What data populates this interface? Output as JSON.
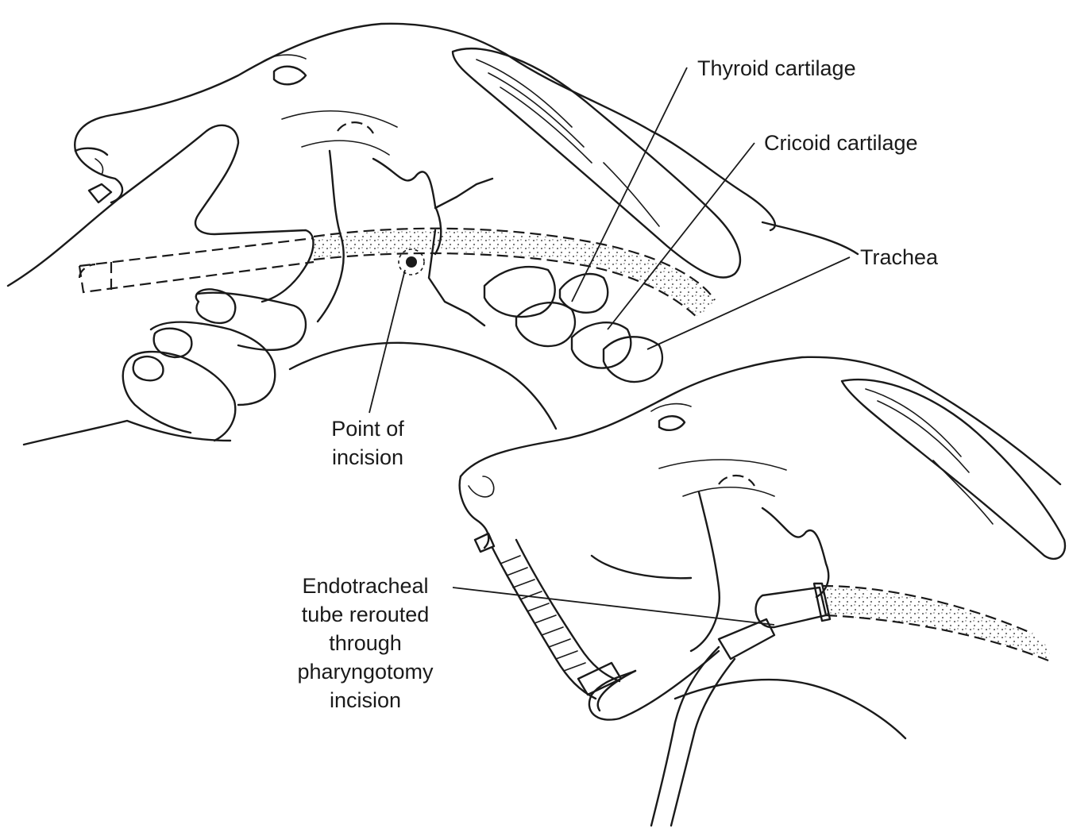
{
  "labels": {
    "thyroid": "Thyroid cartilage",
    "cricoid": "Cricoid cartilage",
    "trachea": "Trachea",
    "incision_line1": "Point of",
    "incision_line2": "incision",
    "tube_line1": "Endotracheal",
    "tube_line2": "tube rerouted",
    "tube_line3": "through",
    "tube_line4": "pharyngotomy",
    "tube_line5": "incision"
  },
  "colors": {
    "ink": "#1a1a1a",
    "background": "#ffffff"
  }
}
